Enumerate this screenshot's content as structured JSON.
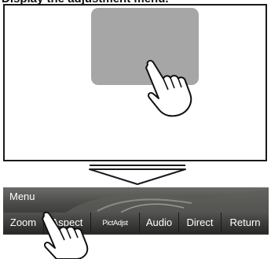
{
  "caption": "Display the adjustment menu.",
  "menu": {
    "label": "Menu"
  },
  "buttons": [
    {
      "id": "zoom",
      "label": "Zoom"
    },
    {
      "id": "aspect",
      "label": "Aspect"
    },
    {
      "id": "pict-adjust",
      "label": "PictAdjst"
    },
    {
      "id": "audio",
      "label": "Audio"
    },
    {
      "id": "direct",
      "label": "Direct"
    },
    {
      "id": "return",
      "label": "Return"
    }
  ],
  "colors": {
    "touch_area": "#a6a6a6",
    "bar": "#3a3a38",
    "frame": "#1a1a1a"
  },
  "icons": [
    "hand-touch-icon",
    "down-arrow-icon"
  ]
}
